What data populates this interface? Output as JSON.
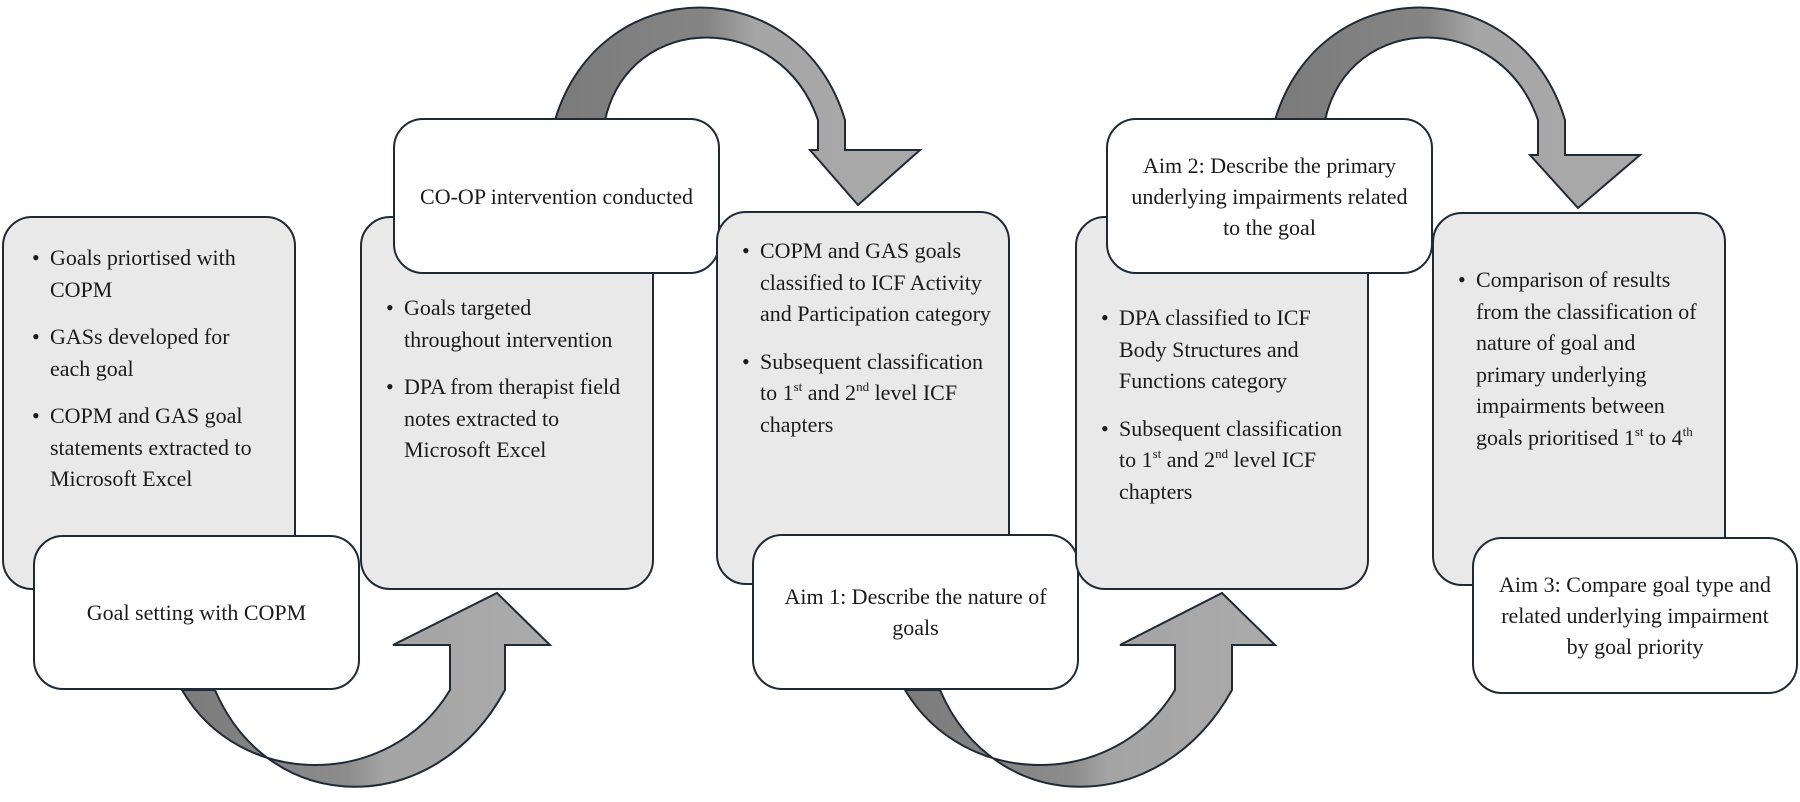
{
  "colors": {
    "arrow_light": "#a4a4a4",
    "arrow_dark": "#7b7b7b",
    "border": "#1e2a36",
    "grey_box": "#e9e9e9"
  },
  "step1": {
    "bullets": [
      {
        "text": "Goals priortised with COPM"
      },
      {
        "text": "GASs developed for each goal"
      },
      {
        "text": "COPM and GAS goal statements extracted to Microsoft Excel"
      }
    ],
    "label": "Goal setting with COPM"
  },
  "step2": {
    "label": "CO-OP intervention conducted",
    "bullets": [
      {
        "text": "Goals targeted throughout intervention"
      },
      {
        "text": "DPA from therapist field notes extracted to Microsoft Excel"
      }
    ]
  },
  "step3": {
    "bullets": [
      {
        "text": "COPM and GAS goals classified to ICF Activity and Participation category"
      },
      {
        "pre": "Subsequent classification to 1",
        "sup1": "st",
        "mid": " and 2",
        "sup2": "nd",
        "post": " level ICF chapters"
      }
    ],
    "label": "Aim 1: Describe the nature of goals"
  },
  "step4": {
    "label": "Aim 2: Describe the primary underlying impairments related to the goal",
    "bullets": [
      {
        "text": "DPA classified to ICF Body Structures and Functions category"
      },
      {
        "pre": "Subsequent classification to 1",
        "sup1": "st",
        "mid": " and 2",
        "sup2": "nd",
        "post": " level ICF chapters"
      }
    ]
  },
  "step5": {
    "bullets": [
      {
        "pre": "Comparison of results from the classification of nature of goal and primary underlying impairments between goals prioritised 1",
        "sup1": "st",
        "mid": " to 4",
        "sup2": "th",
        "post": ""
      }
    ],
    "label": "Aim 3: Compare goal type and related underlying impairment by goal priority"
  }
}
